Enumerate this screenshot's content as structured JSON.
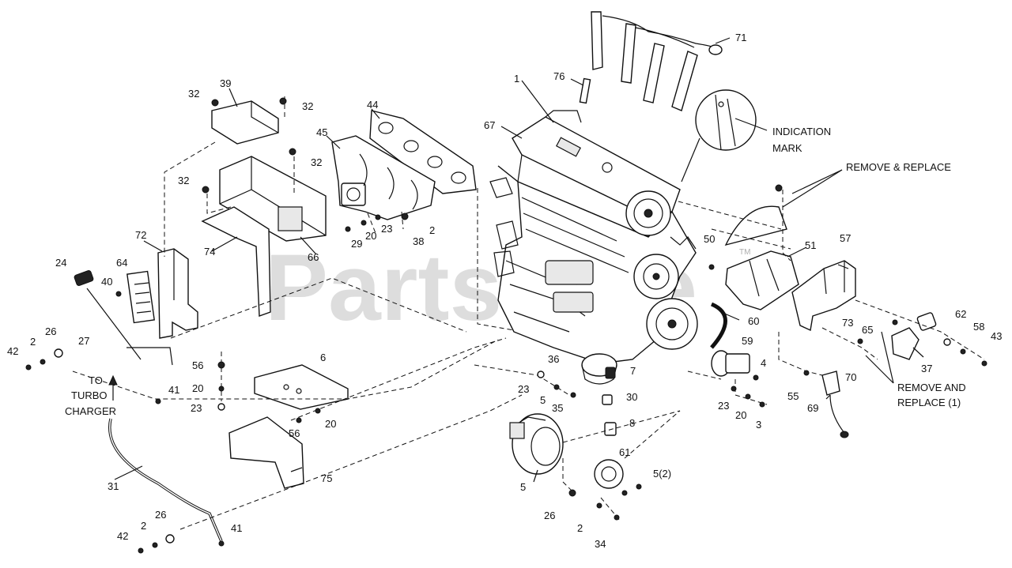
{
  "diagram": {
    "watermark": "PartsTree",
    "watermark_tm": "TM",
    "notes": [
      {
        "id": "indication-mark",
        "lines": [
          "INDICATION",
          "MARK"
        ]
      },
      {
        "id": "remove-replace-top",
        "lines": [
          "REMOVE & REPLACE"
        ]
      },
      {
        "id": "remove-replace-1",
        "lines": [
          "REMOVE AND",
          "REPLACE (1)"
        ]
      },
      {
        "id": "to-turbo",
        "lines": [
          "TO",
          "TURBO",
          "CHARGER"
        ]
      }
    ],
    "callouts": [
      {
        "label": "1"
      },
      {
        "label": "71"
      },
      {
        "label": "76"
      },
      {
        "label": "67"
      },
      {
        "label": "39"
      },
      {
        "label": "32"
      },
      {
        "label": "32"
      },
      {
        "label": "32"
      },
      {
        "label": "32"
      },
      {
        "label": "44"
      },
      {
        "label": "45"
      },
      {
        "label": "72"
      },
      {
        "label": "74"
      },
      {
        "label": "66"
      },
      {
        "label": "29"
      },
      {
        "label": "20"
      },
      {
        "label": "23"
      },
      {
        "label": "38"
      },
      {
        "label": "2"
      },
      {
        "label": "24"
      },
      {
        "label": "64"
      },
      {
        "label": "40"
      },
      {
        "label": "26"
      },
      {
        "label": "42"
      },
      {
        "label": "2"
      },
      {
        "label": "27"
      },
      {
        "label": "41"
      },
      {
        "label": "56"
      },
      {
        "label": "20"
      },
      {
        "label": "23"
      },
      {
        "label": "6"
      },
      {
        "label": "56"
      },
      {
        "label": "20"
      },
      {
        "label": "75"
      },
      {
        "label": "31"
      },
      {
        "label": "42"
      },
      {
        "label": "2"
      },
      {
        "label": "26"
      },
      {
        "label": "41"
      },
      {
        "label": "36"
      },
      {
        "label": "23"
      },
      {
        "label": "5"
      },
      {
        "label": "35"
      },
      {
        "label": "7"
      },
      {
        "label": "30"
      },
      {
        "label": "8"
      },
      {
        "label": "5"
      },
      {
        "label": "61"
      },
      {
        "label": "5(2)"
      },
      {
        "label": "26"
      },
      {
        "label": "2"
      },
      {
        "label": "34"
      },
      {
        "label": "50"
      },
      {
        "label": "51"
      },
      {
        "label": "57"
      },
      {
        "label": "60"
      },
      {
        "label": "59"
      },
      {
        "label": "4"
      },
      {
        "label": "23"
      },
      {
        "label": "20"
      },
      {
        "label": "3"
      },
      {
        "label": "73"
      },
      {
        "label": "65"
      },
      {
        "label": "62"
      },
      {
        "label": "58"
      },
      {
        "label": "43"
      },
      {
        "label": "37"
      },
      {
        "label": "55"
      },
      {
        "label": "69"
      },
      {
        "label": "70"
      }
    ]
  }
}
